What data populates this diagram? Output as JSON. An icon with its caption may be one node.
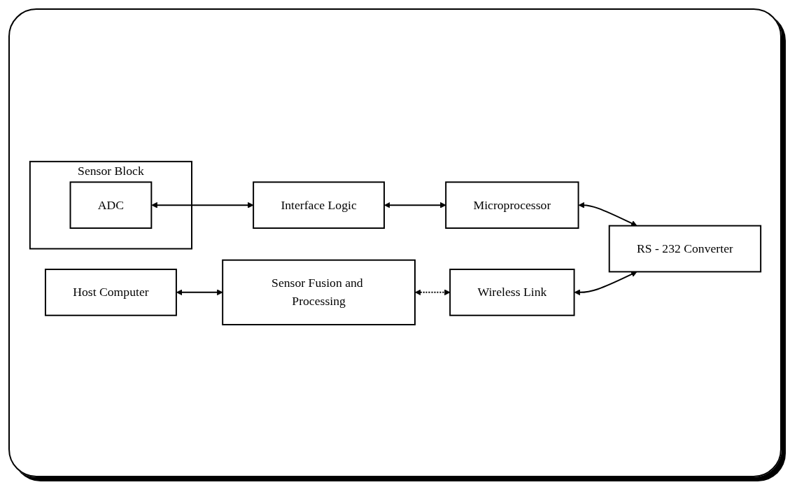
{
  "diagram": {
    "nodes": [
      {
        "text": [
          "Sensor Block"
        ]
      },
      {
        "text": [
          "ADC"
        ],
        "in": 0
      },
      {
        "text": [
          "Interface Logic"
        ]
      },
      {
        "text": [
          "Microprocessor"
        ]
      },
      {
        "text": [
          "Host Computer"
        ]
      },
      {
        "text": [
          "Sensor Fusion and Processing"
        ]
      },
      {
        "text": [
          "Wireless Link"
        ]
      },
      {
        "text": [
          "RS - 232 Converter"
        ]
      }
    ],
    "edges": [
      {
        "from": 1,
        "to": 2,
        "arrow": "both"
      },
      {
        "from": 2,
        "to": 3,
        "arrow": "both"
      },
      {
        "from": 3,
        "to": 7,
        "arrow": "both"
      },
      {
        "from": 4,
        "to": 5,
        "arrow": "both"
      },
      {
        "from": 5,
        "to": 6,
        "arrow": "both",
        "style": "dashed"
      },
      {
        "from": 6,
        "to": 7,
        "arrow": "both"
      }
    ]
  }
}
